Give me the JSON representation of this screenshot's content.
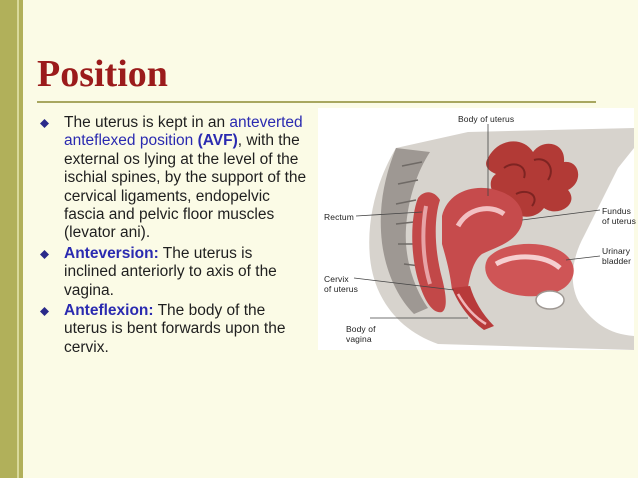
{
  "slide": {
    "title": "Position"
  },
  "bullets": [
    {
      "intro": "The uterus is kept in an ",
      "highlight": "anteverted anteflexed position",
      "bold_highlight": "(AVF)",
      "rest": ", with the external os lying at the level of the ischial spines, by the support of the cervical ligaments, endopelvic fascia and pelvic floor muscles (levator ani)."
    },
    {
      "term": "Anteversion:",
      "text": " The uterus is inclined anteriorly to axis of the vagina."
    },
    {
      "term": "Anteflexion:",
      "text": " The body of the uterus is bent forwards upon the cervix."
    }
  ],
  "figure": {
    "labels": {
      "body_of_uterus": "Body of uterus",
      "rectum": "Rectum",
      "fundus": "Fundus\nof uterus",
      "urinary_bladder": "Urinary\nbladder",
      "cervix": "Cervix\nof uterus",
      "body_of_vagina": "Body of\nvagina"
    }
  },
  "colors": {
    "background": "#fbfbe6",
    "side_bar": "#b1b05a",
    "title": "#9b1b1b",
    "highlight": "#2a2ab0",
    "bullet_marker": "#2a2a8a",
    "tissue_red": "#b83a3a",
    "tissue_pink": "#e7a3a6"
  }
}
